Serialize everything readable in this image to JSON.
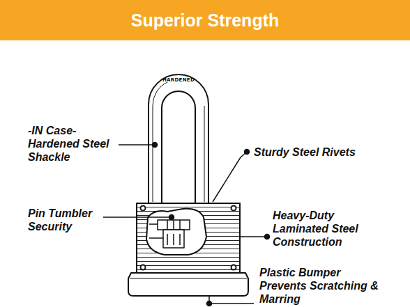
{
  "diagram": {
    "title": "Superior Strength",
    "labels": [
      "-IN Case-Hardened Steel Shackle",
      "Sturdy Steel Rivets",
      "Pin Tumbler Security",
      "Heavy-Duty Laminated Steel Construction",
      "Plastic Bumper Prevents Scratching & Marring",
      "HARDENED"
    ]
  }
}
